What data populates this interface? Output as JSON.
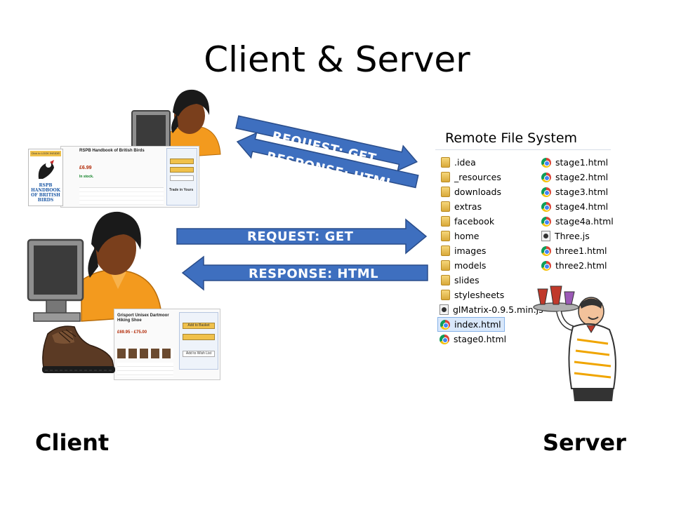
{
  "slide": {
    "title": "Client & Server",
    "client_label": "Client",
    "server_label": "Server"
  },
  "arrows": {
    "top_request": "REQUEST: GET",
    "top_response": "RESPONSE: HTML",
    "main_request": "REQUEST: GET",
    "main_response": "RESPONSE: HTML",
    "fill_color": "#3e6fbf",
    "stroke_color": "#2a4d8a"
  },
  "remote_fs": {
    "title": "Remote File System",
    "left_column": [
      {
        "name": ".idea",
        "icon": "folder-icon"
      },
      {
        "name": "_resources",
        "icon": "folder-icon"
      },
      {
        "name": "downloads",
        "icon": "folder-icon"
      },
      {
        "name": "extras",
        "icon": "folder-icon"
      },
      {
        "name": "facebook",
        "icon": "folder-icon"
      },
      {
        "name": "home",
        "icon": "folder-icon"
      },
      {
        "name": "images",
        "icon": "folder-icon"
      },
      {
        "name": "models",
        "icon": "folder-icon"
      },
      {
        "name": "slides",
        "icon": "folder-icon"
      },
      {
        "name": "stylesheets",
        "icon": "folder-icon"
      },
      {
        "name": "glMatrix-0.9.5.min.js",
        "icon": "js-file-icon"
      },
      {
        "name": "index.html",
        "icon": "chrome-html-icon",
        "selected": true
      },
      {
        "name": "stage0.html",
        "icon": "chrome-html-icon"
      }
    ],
    "right_column": [
      {
        "name": "stage1.html",
        "icon": "chrome-html-icon"
      },
      {
        "name": "stage2.html",
        "icon": "chrome-html-icon"
      },
      {
        "name": "stage3.html",
        "icon": "chrome-html-icon"
      },
      {
        "name": "stage4.html",
        "icon": "chrome-html-icon"
      },
      {
        "name": "stage4a.html",
        "icon": "chrome-html-icon"
      },
      {
        "name": "Three.js",
        "icon": "js-file-icon"
      },
      {
        "name": "three1.html",
        "icon": "chrome-html-icon"
      },
      {
        "name": "three2.html",
        "icon": "chrome-html-icon"
      }
    ]
  },
  "screenshots": {
    "book_page": {
      "heading": "RSPB Handbook of British Birds",
      "price": "£6.99",
      "stock": "In stock.",
      "book_cover_text": "RSPB HANDBOOK OF BRITISH BIRDS",
      "trade_in": "Trade in Yours"
    },
    "shoe_page": {
      "heading": "Grisport Unisex Dartmoor Hiking Shoe",
      "price": "£69.95 - £75.00",
      "add_to_basket": "Add to Basket",
      "wish_list": "Add to Wish List"
    }
  }
}
